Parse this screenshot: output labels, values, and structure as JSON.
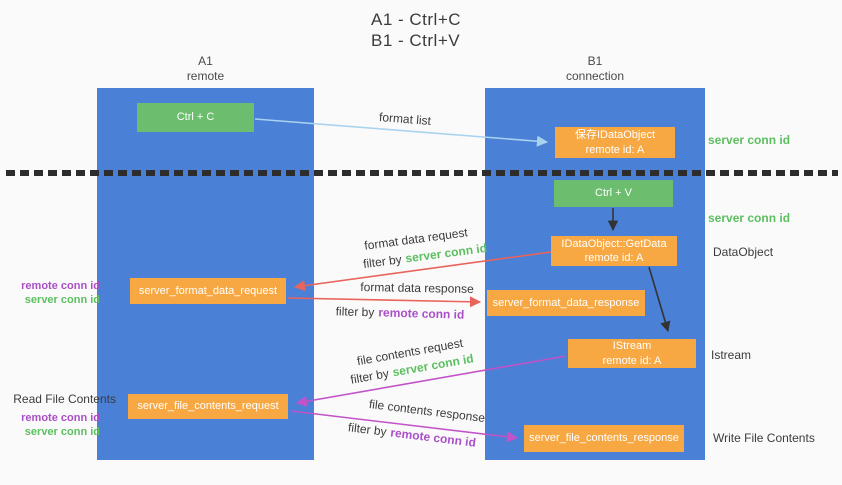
{
  "title": {
    "line1": "A1 - Ctrl+C",
    "line2": "B1 - Ctrl+V"
  },
  "lanes": {
    "left": {
      "title": "A1",
      "subtitle": "remote"
    },
    "right": {
      "title": "B1",
      "subtitle": "connection"
    }
  },
  "nodes": {
    "ctrl_c": {
      "label": "Ctrl + C"
    },
    "save_idataobject": {
      "line1": "保存IDataObject",
      "line2": "remote id: A"
    },
    "ctrl_v": {
      "label": "Ctrl + V"
    },
    "idataobject_getdata": {
      "line1": "IDataObject::GetData",
      "line2": "remote id: A"
    },
    "server_format_data_request": {
      "label": "server_format_data_request"
    },
    "server_format_data_response": {
      "label": "server_format_data_response"
    },
    "istream": {
      "line1": "IStream",
      "line2": "remote id: A"
    },
    "server_file_contents_request": {
      "label": "server_file_contents_request"
    },
    "server_file_contents_response": {
      "label": "server_file_contents_response"
    }
  },
  "arrow_labels": {
    "format_list": "format list",
    "format_data_request": "format data request",
    "filter_by_server_1": {
      "prefix": "filter by",
      "highlight": "server conn id"
    },
    "format_data_response": "format data response",
    "filter_by_remote_1": {
      "prefix": "filter by",
      "highlight": "remote conn id"
    },
    "file_contents_request": "file contents request",
    "filter_by_server_2": {
      "prefix": "filter by",
      "highlight": "server conn id"
    },
    "file_contents_response": "file contents response",
    "filter_by_remote_2": {
      "prefix": "filter by",
      "highlight": "remote conn id"
    }
  },
  "side_labels": {
    "server_conn_id_top": "server conn id",
    "server_conn_id_mid": "server conn id",
    "dataobject": "DataObject",
    "istream": "Istream",
    "write_file_contents": "Write File Contents",
    "read_file_contents": "Read File Contents",
    "conn_ids_1": {
      "remote": "remote conn id",
      "server": "server conn id"
    },
    "conn_ids_2": {
      "remote": "remote conn id",
      "server": "server conn id"
    }
  },
  "colors": {
    "lane_blue": "#4A80D5",
    "box_orange": "#F7A843",
    "box_green": "#6CBE6E",
    "text_green": "#5CBF60",
    "text_purple": "#AB4FC8",
    "arrow_red": "#E8645C",
    "arrow_magenta": "#C253C9",
    "arrow_light_blue": "#A9D2EF",
    "arrow_black": "#333333",
    "background": "#FAFAFA"
  }
}
